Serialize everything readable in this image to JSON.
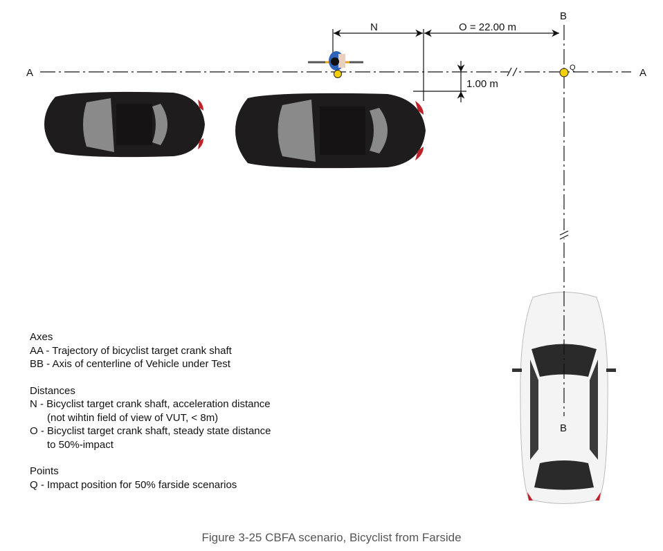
{
  "diagram": {
    "axis_labels": {
      "a_left": "A",
      "a_right": "A",
      "b_top": "B",
      "b_bottom": "B"
    },
    "point_label": "Q",
    "dimensions": {
      "n_label": "N",
      "o_label": "O = 22.00 m",
      "offset_label": "1.00 m"
    },
    "colors": {
      "point": "#f5d000",
      "dark_car": "#1e1c1c",
      "white_car": "#f4f4f4",
      "bicyclist": "#2f63b5"
    }
  },
  "legend": {
    "axes_title": "Axes",
    "axes": [
      "AA - Trajectory of bicyclist target crank shaft",
      "BB - Axis of centerline of Vehicle under Test"
    ],
    "distances_title": "Distances",
    "n_line1": "N - Bicyclist target crank shaft, acceleration distance",
    "n_line2": "(not wihtin field of view of VUT, < 8m)",
    "o_line1": "O - Bicyclist target crank shaft, steady state distance",
    "o_line2": "to 50%-impact",
    "points_title": "Points",
    "points": [
      "Q - Impact position for 50% farside scenarios"
    ]
  },
  "caption": "Figure 3-25 CBFA scenario, Bicyclist from Farside"
}
